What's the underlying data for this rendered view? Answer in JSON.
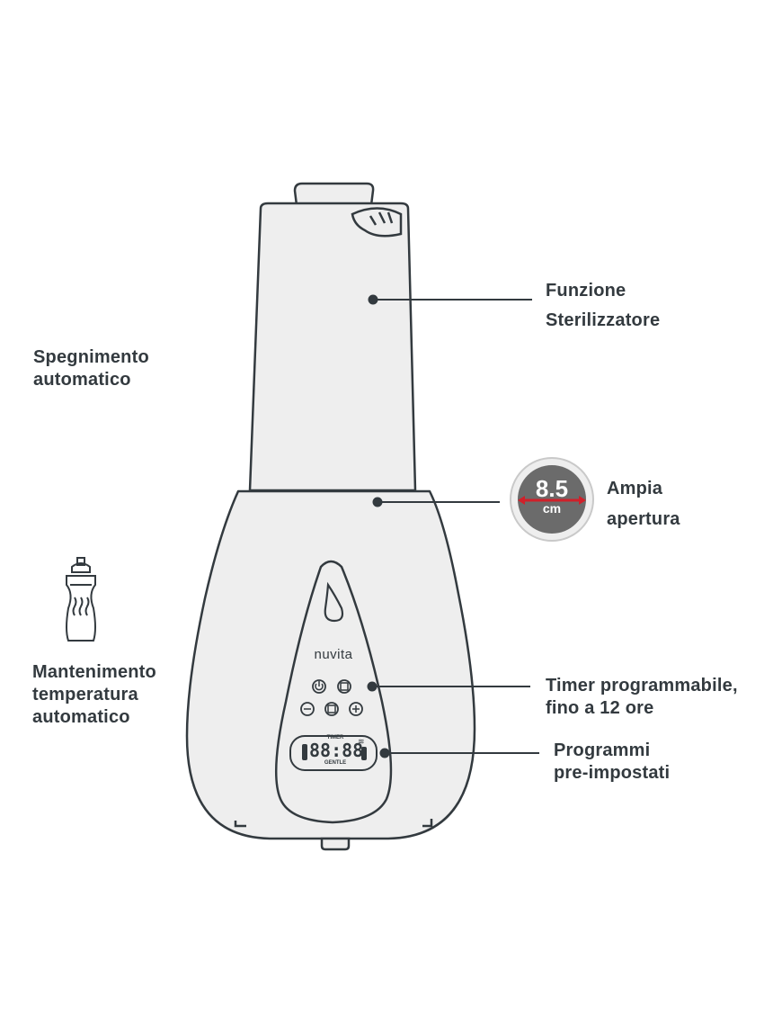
{
  "brand": "nuvita",
  "features": {
    "sterilizer": {
      "line1": "Funzione",
      "line2": "Sterilizzatore"
    },
    "auto_off": {
      "line1": "Spegnimento",
      "line2": "automatico"
    },
    "opening": {
      "line1": "Ampia",
      "line2": "apertura",
      "badge_value": "8.5",
      "badge_unit": "cm"
    },
    "keep_warm": {
      "line1": "Mantenimento",
      "line2": "temperatura",
      "line3": "automatico"
    },
    "timer": {
      "line1": "Timer programmabile,",
      "line2": "fino a 12 ore"
    },
    "programs": {
      "line1": "Programmi",
      "line2": "pre-impostati"
    }
  },
  "display": {
    "digits": "88:88",
    "top_text": "TIMER",
    "bottom_text": "GENTLE"
  },
  "colors": {
    "stroke": "#333a3f",
    "fill": "#eeeeee",
    "badge_red": "#d0202a",
    "badge_dark": "#6b6b6b"
  }
}
